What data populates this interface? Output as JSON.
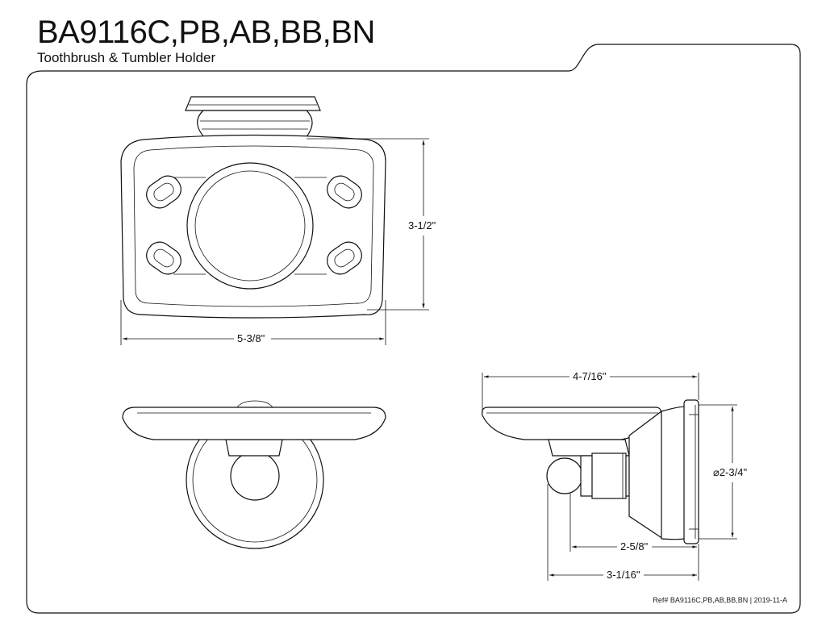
{
  "header": {
    "title": "BA9116C,PB,AB,BB,BN",
    "subtitle": "Toothbrush & Tumbler Holder"
  },
  "dimensions": {
    "front_height": "3-1/2\"",
    "front_width": "5-3/8\"",
    "side_projection": "4-7/16\"",
    "flange_diameter": "⌀2-3/4\"",
    "arm_length": "2-5/8\"",
    "overall_depth": "3-1/16\""
  },
  "footer": {
    "reference": "Ref# BA9116C,PB,AB,BB,BN | 2019-11-A"
  }
}
